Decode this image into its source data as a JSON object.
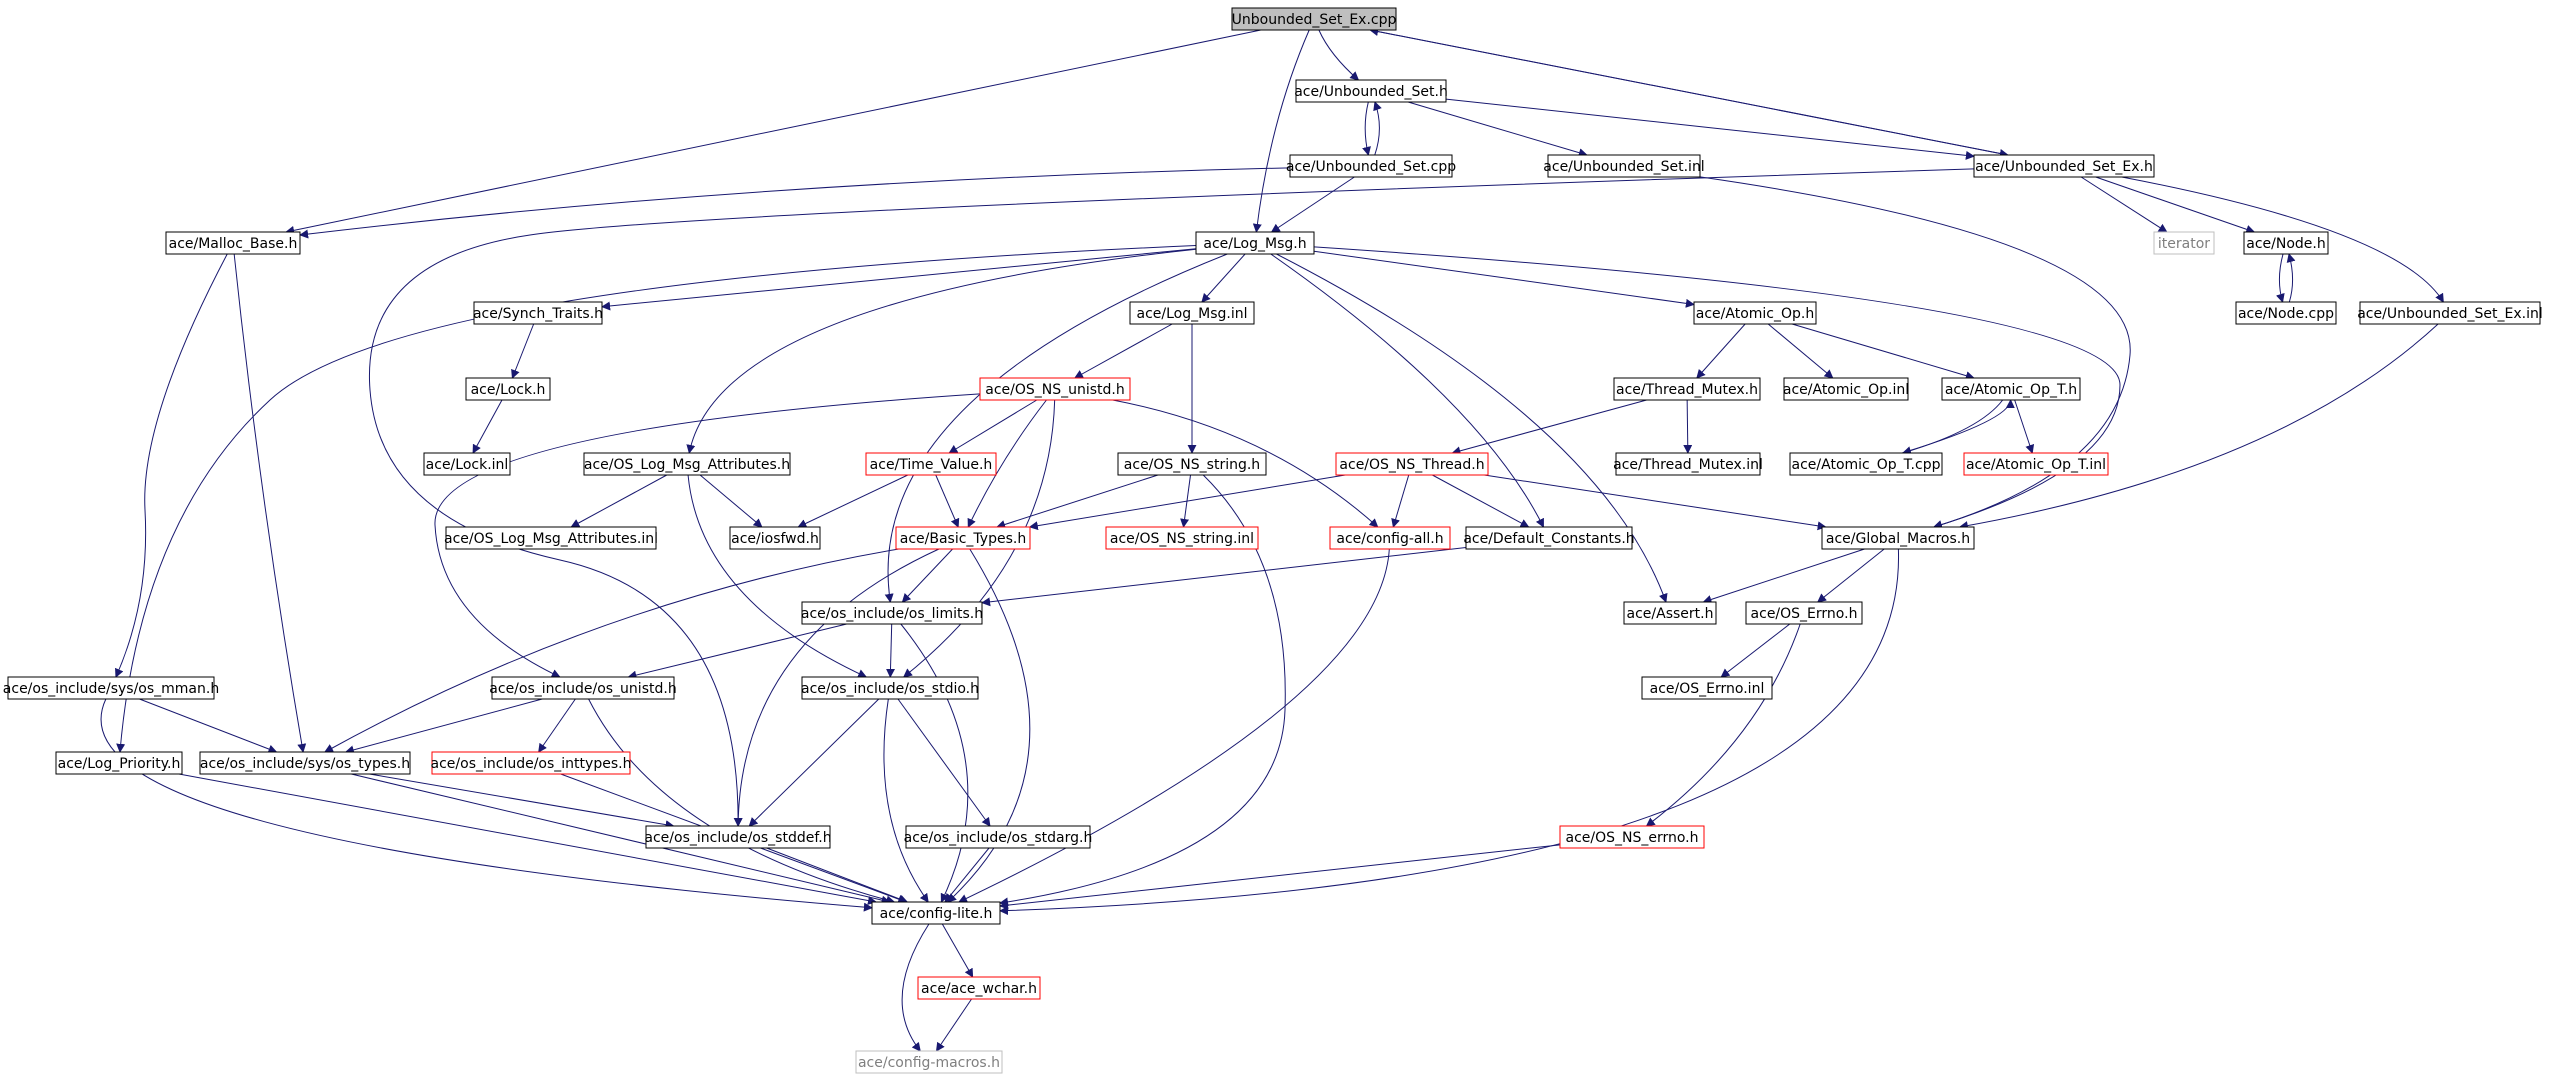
{
  "colors": {
    "edge": "#191970",
    "box_normal": "#000000",
    "box_truncated": "#ff0000",
    "box_external": "#bfbfbf",
    "root_fill": "#bfbfbf",
    "background": "#ffffff"
  },
  "nodes": {
    "root": {
      "label": "Unbounded_Set_Ex.cpp",
      "kind": "root"
    },
    "unbounded_set_h": {
      "label": "ace/Unbounded_Set.h",
      "kind": "normal"
    },
    "unbounded_set_cpp": {
      "label": "ace/Unbounded_Set.cpp",
      "kind": "normal"
    },
    "unbounded_set_inl": {
      "label": "ace/Unbounded_Set.inl",
      "kind": "normal"
    },
    "unbounded_set_ex_h": {
      "label": "ace/Unbounded_Set_Ex.h",
      "kind": "normal"
    },
    "malloc_base_h": {
      "label": "ace/Malloc_Base.h",
      "kind": "normal"
    },
    "log_msg_h": {
      "label": "ace/Log_Msg.h",
      "kind": "normal"
    },
    "iterator": {
      "label": "iterator",
      "kind": "external"
    },
    "node_h": {
      "label": "ace/Node.h",
      "kind": "normal"
    },
    "node_cpp": {
      "label": "ace/Node.cpp",
      "kind": "normal"
    },
    "unbounded_set_ex_inl": {
      "label": "ace/Unbounded_Set_Ex.inl",
      "kind": "normal"
    },
    "synch_traits_h": {
      "label": "ace/Synch_Traits.h",
      "kind": "normal"
    },
    "log_msg_inl": {
      "label": "ace/Log_Msg.inl",
      "kind": "normal"
    },
    "atomic_op_h": {
      "label": "ace/Atomic_Op.h",
      "kind": "normal"
    },
    "lock_h": {
      "label": "ace/Lock.h",
      "kind": "normal"
    },
    "os_ns_unistd_h": {
      "label": "ace/OS_NS_unistd.h",
      "kind": "truncated"
    },
    "thread_mutex_h": {
      "label": "ace/Thread_Mutex.h",
      "kind": "normal"
    },
    "atomic_op_inl": {
      "label": "ace/Atomic_Op.inl",
      "kind": "normal"
    },
    "atomic_op_t_h": {
      "label": "ace/Atomic_Op_T.h",
      "kind": "normal"
    },
    "lock_inl": {
      "label": "ace/Lock.inl",
      "kind": "normal"
    },
    "os_log_msg_attributes_h": {
      "label": "ace/OS_Log_Msg_Attributes.h",
      "kind": "normal"
    },
    "time_value_h": {
      "label": "ace/Time_Value.h",
      "kind": "truncated"
    },
    "os_ns_string_h": {
      "label": "ace/OS_NS_string.h",
      "kind": "normal"
    },
    "os_ns_thread_h": {
      "label": "ace/OS_NS_Thread.h",
      "kind": "truncated"
    },
    "thread_mutex_inl": {
      "label": "ace/Thread_Mutex.inl",
      "kind": "normal"
    },
    "atomic_op_t_cpp": {
      "label": "ace/Atomic_Op_T.cpp",
      "kind": "normal"
    },
    "atomic_op_t_inl": {
      "label": "ace/Atomic_Op_T.inl",
      "kind": "truncated"
    },
    "os_log_msg_attributes_inl": {
      "label": "ace/OS_Log_Msg_Attributes.inl",
      "kind": "normal"
    },
    "iosfwd_h": {
      "label": "ace/iosfwd.h",
      "kind": "normal"
    },
    "basic_types_h": {
      "label": "ace/Basic_Types.h",
      "kind": "truncated"
    },
    "os_ns_string_inl": {
      "label": "ace/OS_NS_string.inl",
      "kind": "truncated"
    },
    "config_all_h": {
      "label": "ace/config-all.h",
      "kind": "truncated"
    },
    "default_constants_h": {
      "label": "ace/Default_Constants.h",
      "kind": "normal"
    },
    "global_macros_h": {
      "label": "ace/Global_Macros.h",
      "kind": "normal"
    },
    "os_limits_h": {
      "label": "ace/os_include/os_limits.h",
      "kind": "normal"
    },
    "assert_h": {
      "label": "ace/Assert.h",
      "kind": "normal"
    },
    "os_errno_h": {
      "label": "ace/OS_Errno.h",
      "kind": "normal"
    },
    "os_mman_h": {
      "label": "ace/os_include/sys/os_mman.h",
      "kind": "normal"
    },
    "os_unistd_h": {
      "label": "ace/os_include/os_unistd.h",
      "kind": "normal"
    },
    "os_stdio_h": {
      "label": "ace/os_include/os_stdio.h",
      "kind": "normal"
    },
    "os_errno_inl": {
      "label": "ace/OS_Errno.inl",
      "kind": "normal"
    },
    "log_priority_h": {
      "label": "ace/Log_Priority.h",
      "kind": "normal"
    },
    "os_types_h": {
      "label": "ace/os_include/sys/os_types.h",
      "kind": "normal"
    },
    "os_inttypes_h": {
      "label": "ace/os_include/os_inttypes.h",
      "kind": "truncated"
    },
    "os_stddef_h": {
      "label": "ace/os_include/os_stddef.h",
      "kind": "normal"
    },
    "os_stdarg_h": {
      "label": "ace/os_include/os_stdarg.h",
      "kind": "normal"
    },
    "os_ns_errno_h": {
      "label": "ace/OS_NS_errno.h",
      "kind": "truncated"
    },
    "config_lite_h": {
      "label": "ace/config-lite.h",
      "kind": "normal"
    },
    "ace_wchar_h": {
      "label": "ace/ace_wchar.h",
      "kind": "truncated"
    },
    "config_macros_h": {
      "label": "ace/config-macros.h",
      "kind": "external"
    }
  }
}
